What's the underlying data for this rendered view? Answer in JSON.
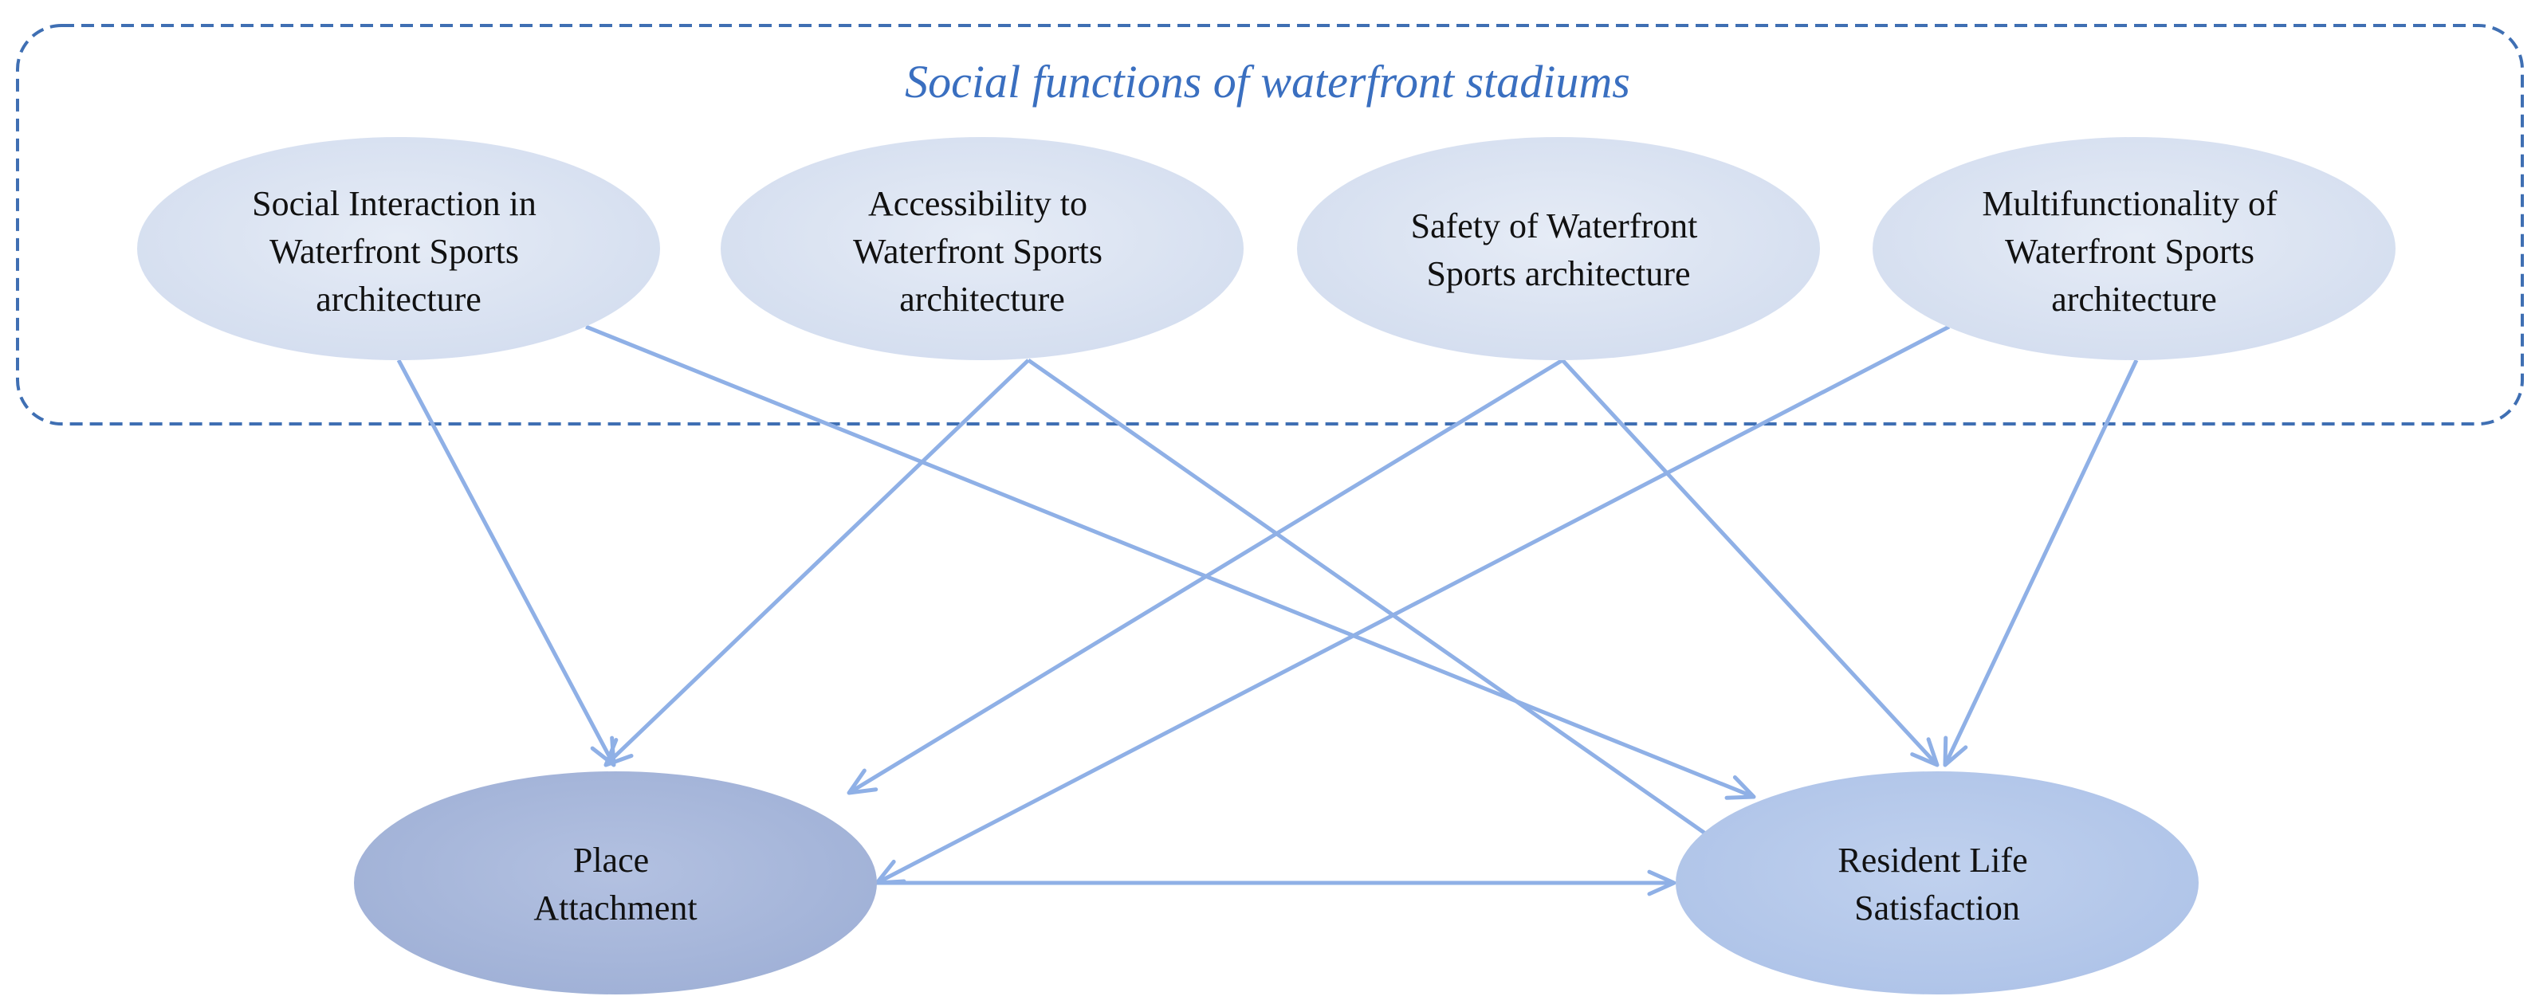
{
  "group": {
    "title": "Social functions of waterfront stadiums"
  },
  "nodes": [
    {
      "id": "social",
      "lines": [
        "Social Interaction in",
        "Waterfront Sports",
        "architecture"
      ]
    },
    {
      "id": "access",
      "lines": [
        "Accessibility to",
        "Waterfront Sports",
        "architecture"
      ]
    },
    {
      "id": "safety",
      "lines": [
        "Safety of Waterfront",
        "Sports architecture"
      ]
    },
    {
      "id": "multi",
      "lines": [
        "Multifunctionality of",
        "Waterfront Sports",
        "architecture"
      ]
    },
    {
      "id": "place",
      "lines": [
        "Place",
        "Attachment"
      ]
    },
    {
      "id": "life",
      "lines": [
        "Resident Life",
        "Satisfaction"
      ]
    }
  ],
  "edges": [
    {
      "from": "social",
      "to": "place"
    },
    {
      "from": "social",
      "to": "life"
    },
    {
      "from": "access",
      "to": "place"
    },
    {
      "from": "access",
      "to": "life"
    },
    {
      "from": "safety",
      "to": "place"
    },
    {
      "from": "safety",
      "to": "life"
    },
    {
      "from": "multi",
      "to": "place"
    },
    {
      "from": "multi",
      "to": "life"
    },
    {
      "from": "place",
      "to": "life"
    }
  ],
  "colors": {
    "group_border": "#3f6fb3",
    "group_title": "#3a6fc0",
    "arrow": "#8fb0e6",
    "node_top": "#dde5f2",
    "node_place": "#a9b8db",
    "node_life": "#b7caeb"
  }
}
